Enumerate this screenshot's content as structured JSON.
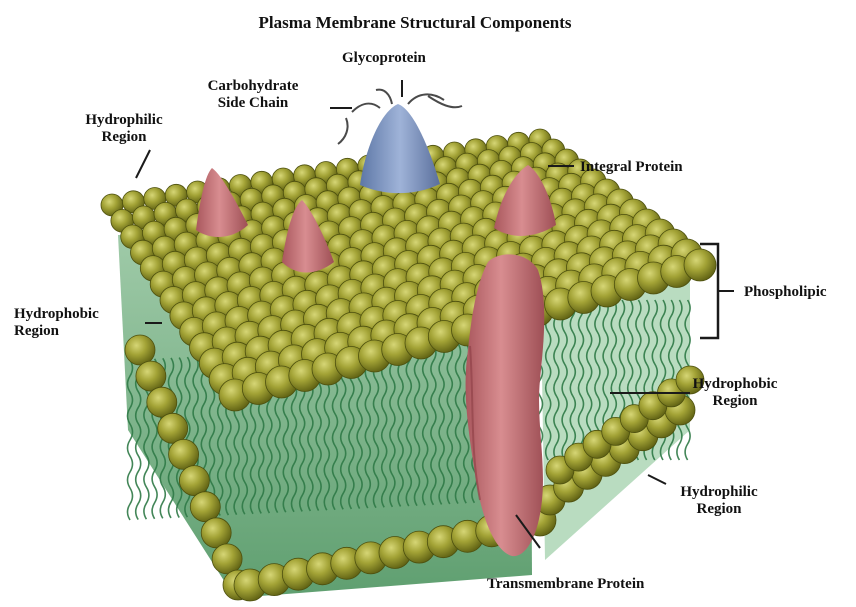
{
  "title": "Plasma Membrane Structural Components",
  "labels": {
    "glycoprotein": "Glycoprotein",
    "carbohydrate_line1": "Carbohydrate",
    "carbohydrate_line2": "Side Chain",
    "hydrophilic_top_line1": "Hydrophilic",
    "hydrophilic_top_line2": "Region",
    "integral_protein": "Integral Protein",
    "phospholipic": "Phospholipic",
    "hydrophobic_left_line1": "Hydrophobic",
    "hydrophobic_left_line2": "Region",
    "hydrophobic_right_line1": "Hydrophobic",
    "hydrophobic_right_line2": "Region",
    "hydrophilic_bottom_line1": "Hydrophilic",
    "hydrophilic_bottom_line2": "Region",
    "transmembrane_protein": "Transmembrane Protein"
  },
  "colors": {
    "head_fill": "#9c9c2e",
    "head_highlight": "#c9c95a",
    "head_shadow": "#5f6114",
    "tail_green": "#4e9a62",
    "tail_dark": "#2e6b40",
    "protein_pink": "#c9767a",
    "glycoprotein_blue": "#7f97c2",
    "leader_line": "#1a1a1a"
  }
}
